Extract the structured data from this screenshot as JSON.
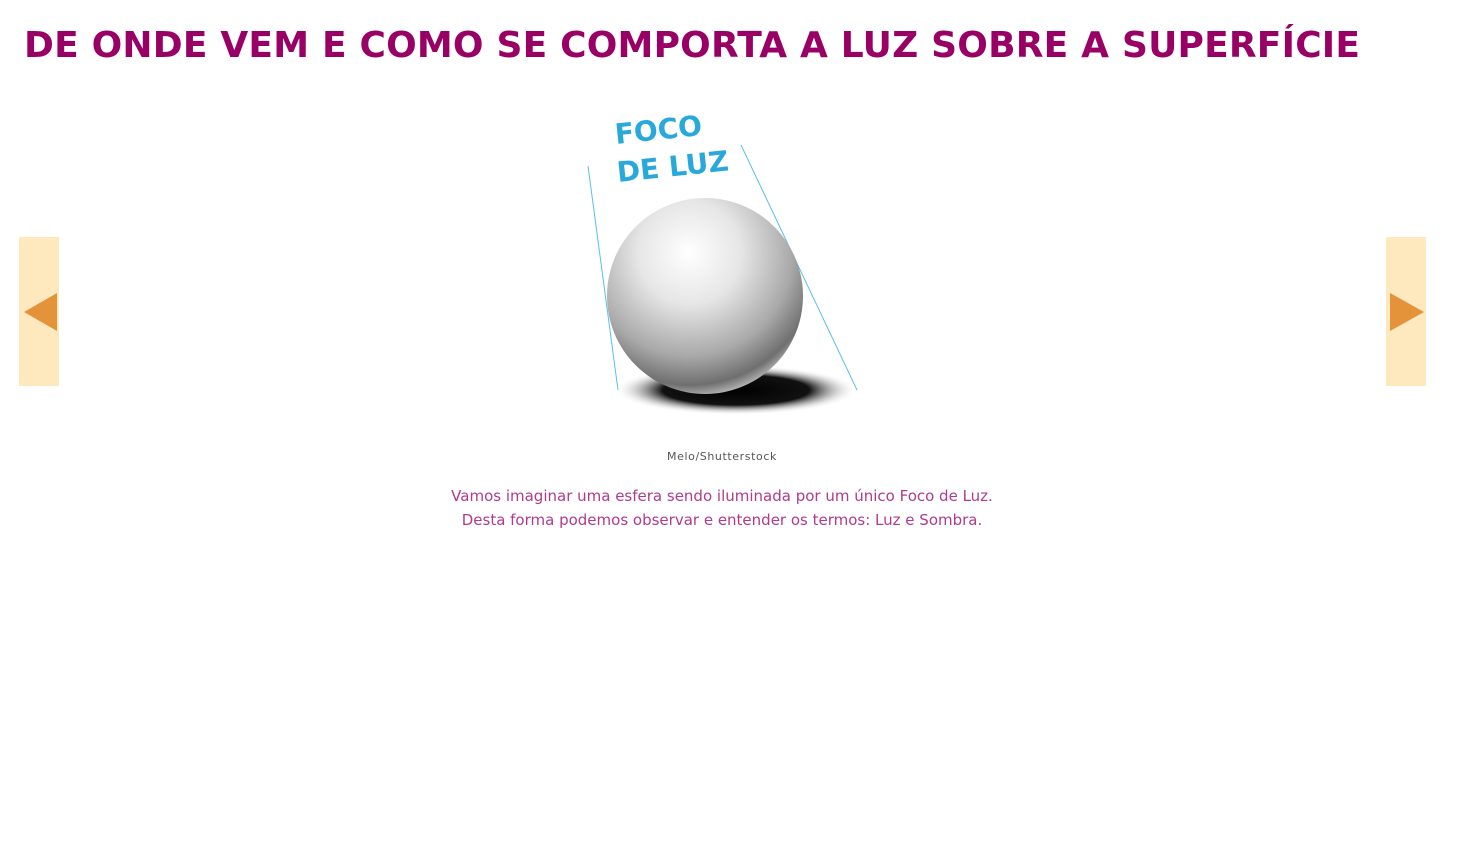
{
  "page": {
    "title": "DE ONDE VEM E COMO SE COMPORTA A LUZ SOBRE A SUPERFÍCIE"
  },
  "navigation": {
    "prev_icon": "triangle-left-icon",
    "next_icon": "triangle-right-icon"
  },
  "illustration": {
    "label_line1": "FOCO",
    "label_line2": "DE LUZ",
    "credit": "Melo/Shutterstock"
  },
  "description": {
    "line1": "Vamos imaginar uma esfera sendo iluminada por um único Foco de Luz.",
    "line2": "Desta forma podemos observar e entender os termos: Luz e Sombra."
  },
  "colors": {
    "title": "#990066",
    "description": "#b03a8e",
    "nav_background": "#fde9bd",
    "nav_arrow": "#e4933a",
    "light_label": "#29a8dc"
  }
}
